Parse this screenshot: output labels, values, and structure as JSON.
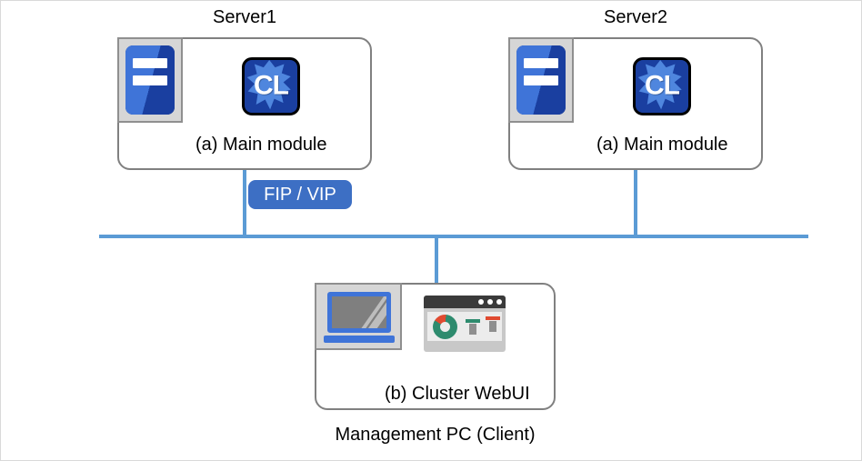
{
  "diagram": {
    "title_server1": "Server1",
    "title_server2": "Server2",
    "management_pc_label": "Management PC (Client)",
    "fip_vip_label": "FIP / VIP",
    "main_module_label": "(a) Main module",
    "cluster_webui_label": "(b) Cluster WebUI",
    "cl_icon_text": "CL"
  },
  "nodes": [
    {
      "id": "server1",
      "title": "Server1",
      "module_label": "(a) Main module",
      "icons": [
        "server-rack-icon",
        "cluster-cl-icon"
      ]
    },
    {
      "id": "server2",
      "title": "Server2",
      "module_label": "(a) Main module",
      "icons": [
        "server-rack-icon",
        "cluster-cl-icon"
      ]
    },
    {
      "id": "management-pc",
      "title": "Management PC (Client)",
      "module_label": "(b) Cluster WebUI",
      "icons": [
        "laptop-icon",
        "browser-dashboard-icon"
      ]
    }
  ],
  "network": {
    "bus_label": "",
    "badge": "FIP / VIP",
    "connections": [
      "server1-to-bus",
      "server2-to-bus",
      "management-pc-to-bus"
    ]
  },
  "colors": {
    "network_line": "#5b9bd5",
    "badge_fill": "#3d6fc4",
    "badge_text": "#ffffff",
    "box_border": "#808080",
    "icon_blue_dark": "#1a3fa0",
    "icon_blue_light": "#3f74d8",
    "icon_frame_gray": "#d6d6d6",
    "donut_green": "#2e8b6e",
    "donut_red": "#e04a30",
    "text": "#000000",
    "page_border": "#d9d9d9"
  }
}
